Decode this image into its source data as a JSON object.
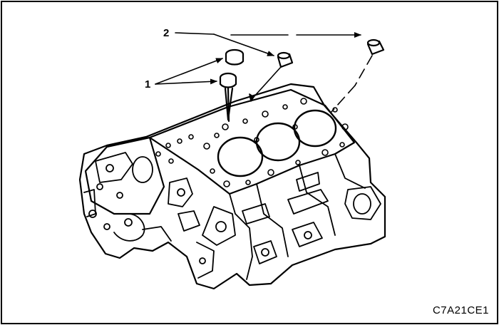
{
  "callouts": {
    "one": "1",
    "two": "2"
  },
  "figure_code": "C7A21CE1",
  "colors": {
    "ink": "#000000",
    "paper": "#ffffff"
  }
}
